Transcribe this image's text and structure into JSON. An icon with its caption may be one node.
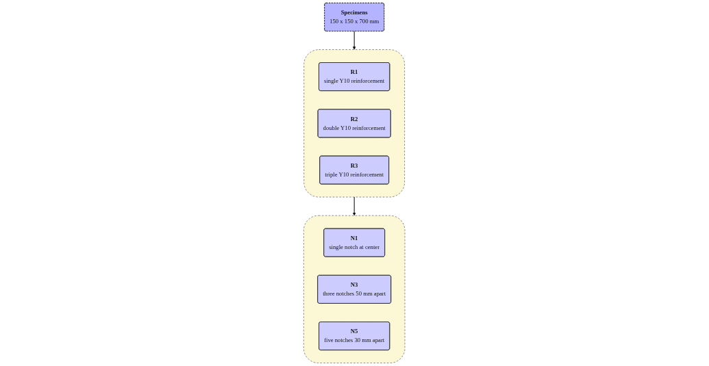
{
  "diagram": {
    "nodes": [
      {
        "text": [
          "Specimens",
          "150 x 150 x 700 mm"
        ]
      },
      {
        "text": [],
        "shape": "box"
      },
      {
        "text": [
          "R1",
          "single Y10 reinforcement"
        ],
        "in": 1
      },
      {
        "text": [
          "R2",
          "double Y10 reinforcement"
        ],
        "in": 1
      },
      {
        "text": [
          "R3",
          "triple Y10 reinforcement"
        ],
        "in": 1
      },
      {
        "text": [],
        "shape": "box"
      },
      {
        "text": [
          "N1",
          "single notch at center"
        ],
        "in": 5
      },
      {
        "text": [
          "N3",
          "three notches 50 mm apart"
        ],
        "in": 5
      },
      {
        "text": [
          "N5",
          "five notches 30 mm apart"
        ],
        "in": 5
      }
    ],
    "edges": [
      {
        "from": 0,
        "to": 1,
        "arrow": "to"
      },
      {
        "from": 1,
        "to": 5,
        "arrow": "to"
      }
    ]
  }
}
